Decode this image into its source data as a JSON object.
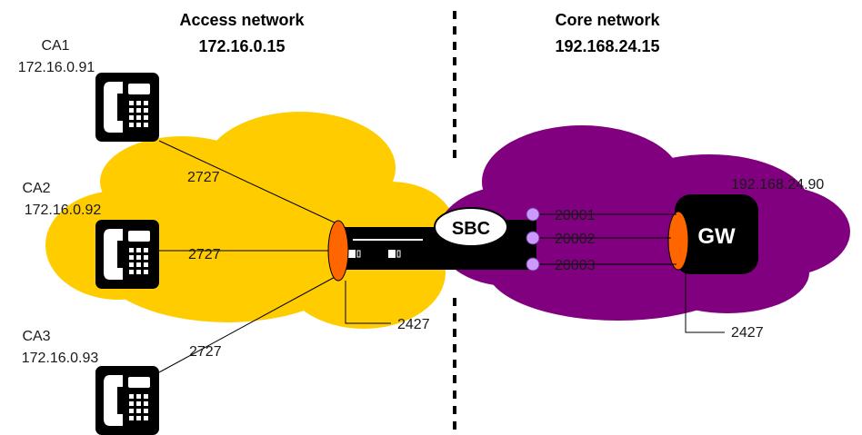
{
  "access": {
    "title": "Access network",
    "ip": "172.16.0.15",
    "color": "#FFCC00"
  },
  "core": {
    "title": "Core network",
    "ip": "192.168.24.15",
    "color": "#800080"
  },
  "phones": [
    {
      "name": "CA1",
      "ip": "172.16.0.91",
      "port": "2727"
    },
    {
      "name": "CA2",
      "ip": "172.16.0.92",
      "port": "2727"
    },
    {
      "name": "CA3",
      "ip": "172.16.0.93",
      "port": "2727"
    }
  ],
  "sbc": {
    "label": "SBC",
    "port_label": "2427",
    "ports": [
      "20001",
      "20002",
      "20003"
    ]
  },
  "gateway": {
    "label": "GW",
    "ip": "192.168.24.90",
    "port_label": "2427"
  },
  "colors": {
    "endpoint": "#FF6600",
    "port_dot": "#CC99FF",
    "device": "#000000"
  },
  "icons": [
    "phone-icon",
    "sbc-device-icon",
    "gateway-icon"
  ]
}
